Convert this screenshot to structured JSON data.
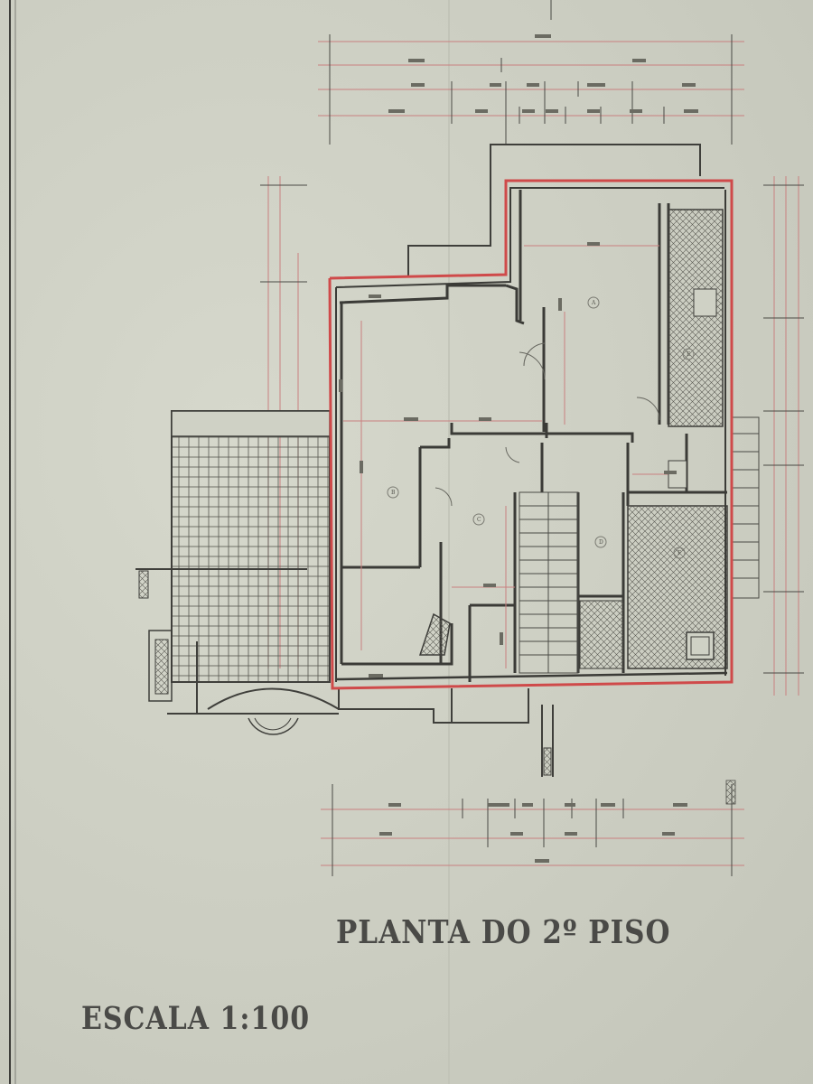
{
  "drawing": {
    "title": "PLANTA DO 2º PISO",
    "scale": "ESCALA 1:100"
  },
  "colors": {
    "paper": "#cfd1c5",
    "ink": "#4a4a47",
    "outline": "#cf4a4a",
    "dimension_line": "#c98080"
  },
  "rooms": [
    {
      "label": "A"
    },
    {
      "label": "B"
    },
    {
      "label": "C"
    },
    {
      "label": "D"
    },
    {
      "label": "E"
    },
    {
      "label": "F"
    }
  ]
}
